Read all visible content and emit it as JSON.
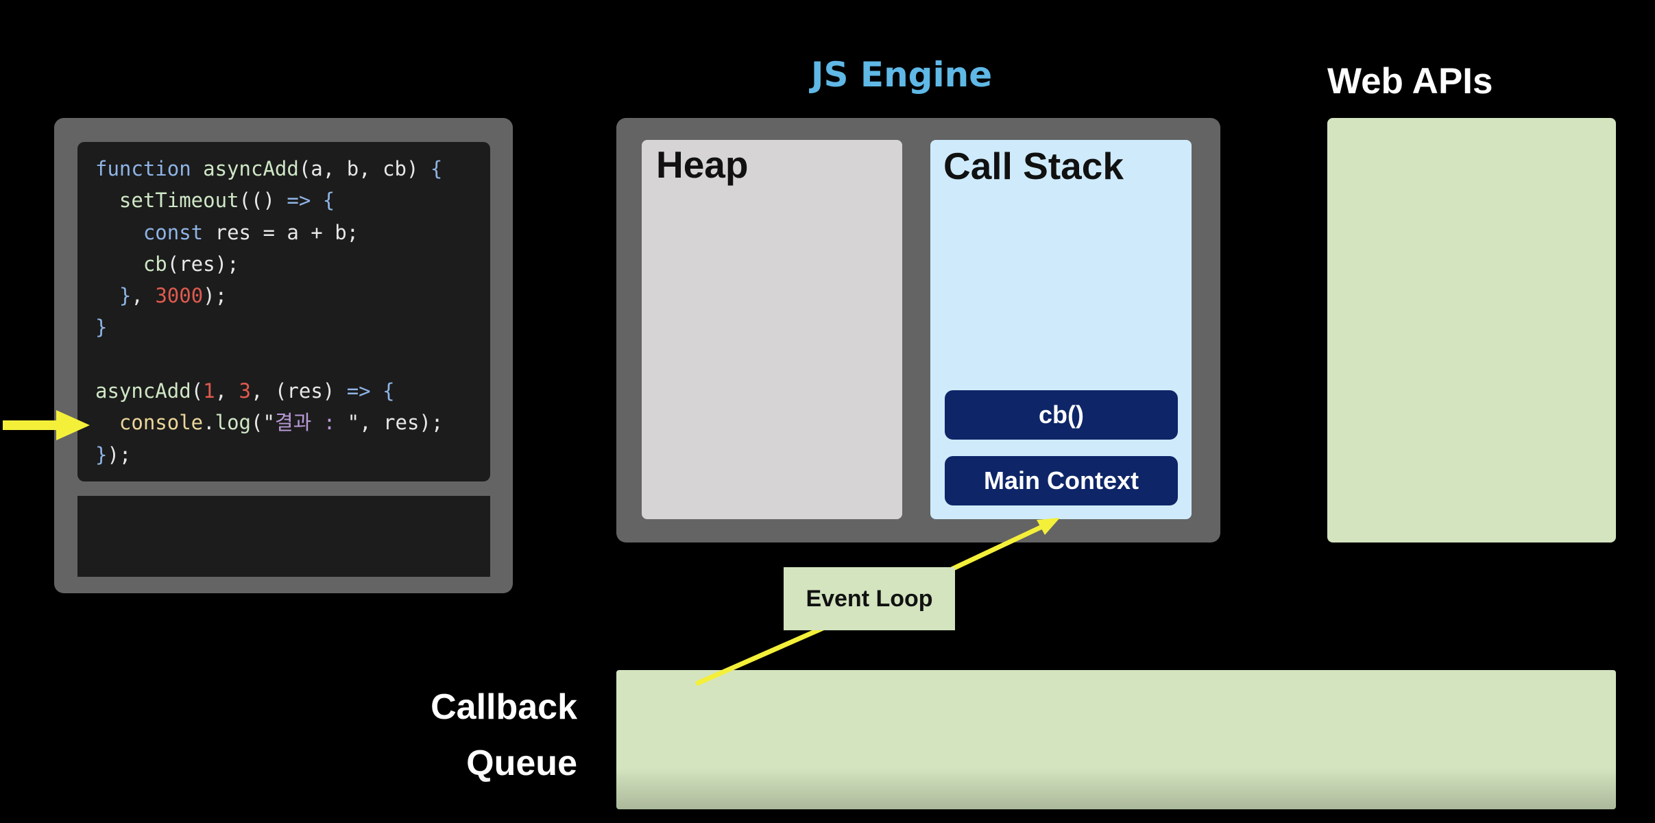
{
  "code": {
    "lines": [
      [
        {
          "t": "function ",
          "c": "kw"
        },
        {
          "t": "asyncAdd",
          "c": "fn"
        },
        {
          "t": "(",
          "c": "var"
        },
        {
          "t": "a",
          "c": "var"
        },
        {
          "t": ", ",
          "c": "var"
        },
        {
          "t": "b",
          "c": "var"
        },
        {
          "t": ", ",
          "c": "var"
        },
        {
          "t": "cb",
          "c": "var"
        },
        {
          "t": ") ",
          "c": "var"
        },
        {
          "t": "{",
          "c": "pn"
        }
      ],
      [
        {
          "t": "  ",
          "c": "var"
        },
        {
          "t": "setTimeout",
          "c": "fn"
        },
        {
          "t": "(() ",
          "c": "var"
        },
        {
          "t": "=>",
          "c": "kw"
        },
        {
          "t": " ",
          "c": "var"
        },
        {
          "t": "{",
          "c": "pn"
        }
      ],
      [
        {
          "t": "    ",
          "c": "var"
        },
        {
          "t": "const ",
          "c": "kw"
        },
        {
          "t": "res = a + b;",
          "c": "var"
        }
      ],
      [
        {
          "t": "    ",
          "c": "var"
        },
        {
          "t": "cb",
          "c": "fn"
        },
        {
          "t": "(res);",
          "c": "var"
        }
      ],
      [
        {
          "t": "  ",
          "c": "var"
        },
        {
          "t": "}",
          "c": "pn"
        },
        {
          "t": ", ",
          "c": "var"
        },
        {
          "t": "3000",
          "c": "num"
        },
        {
          "t": ");",
          "c": "var"
        }
      ],
      [
        {
          "t": "}",
          "c": "pn"
        }
      ],
      [],
      [
        {
          "t": "asyncAdd",
          "c": "fn"
        },
        {
          "t": "(",
          "c": "var"
        },
        {
          "t": "1",
          "c": "num"
        },
        {
          "t": ", ",
          "c": "var"
        },
        {
          "t": "3",
          "c": "num"
        },
        {
          "t": ", (res) ",
          "c": "var"
        },
        {
          "t": "=>",
          "c": "kw"
        },
        {
          "t": " ",
          "c": "var"
        },
        {
          "t": "{",
          "c": "pn"
        }
      ],
      [
        {
          "t": "  ",
          "c": "var"
        },
        {
          "t": "console",
          "c": "con"
        },
        {
          "t": ".",
          "c": "var"
        },
        {
          "t": "log",
          "c": "fn"
        },
        {
          "t": "(\"",
          "c": "var"
        },
        {
          "t": "결과 : ",
          "c": "str"
        },
        {
          "t": "\", res);",
          "c": "var"
        }
      ],
      [
        {
          "t": "}",
          "c": "pn"
        },
        {
          "t": ");",
          "c": "var"
        }
      ]
    ],
    "current_line": 8,
    "console_output": ""
  },
  "engine": {
    "title": "JS Engine",
    "heap": {
      "title": "Heap"
    },
    "call_stack": {
      "title": "Call Stack",
      "frames": [
        "cb()",
        "Main Context"
      ]
    }
  },
  "web_apis": {
    "title": "Web APIs"
  },
  "callback_queue": {
    "title_line1": "Callback",
    "title_line2": "Queue"
  },
  "event_loop": {
    "label": "Event Loop"
  },
  "colors": {
    "arrow": "#f4f03a",
    "engine_title": "#5fb8e6",
    "frame_bg": "#0e2668",
    "green_box": "#d3e4bf"
  }
}
